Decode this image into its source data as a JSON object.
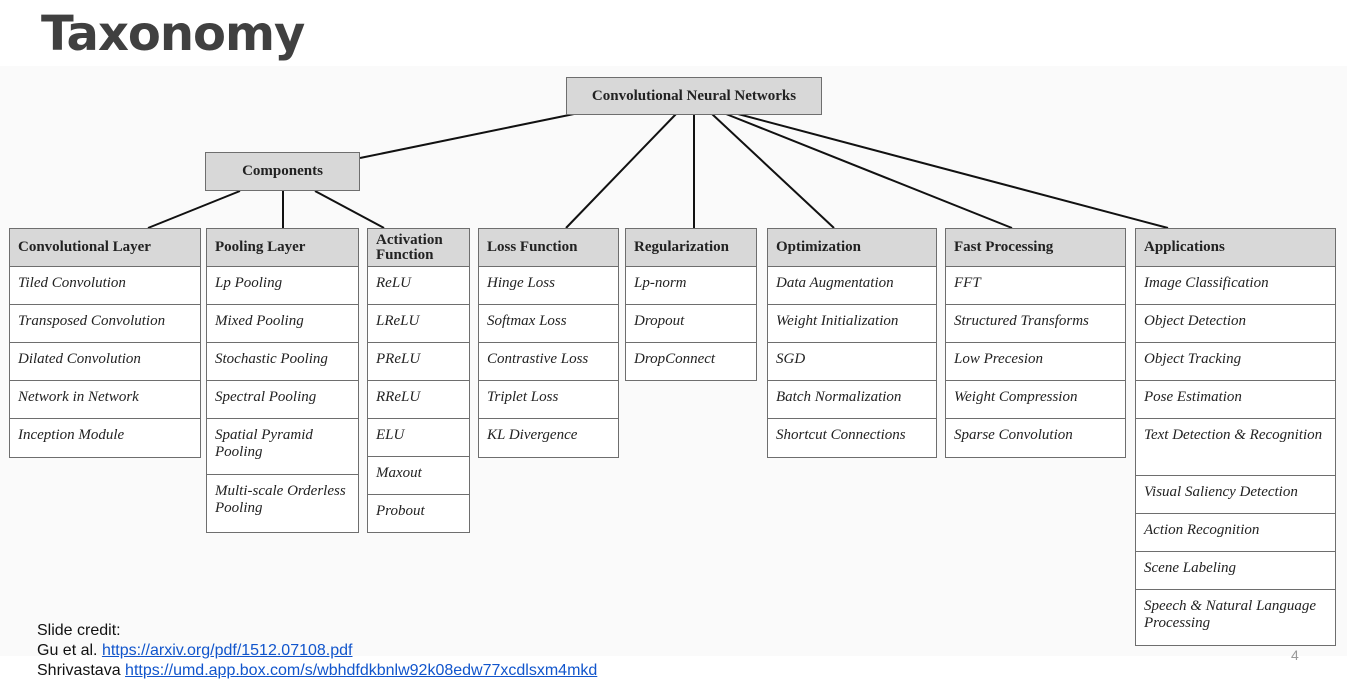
{
  "slide": {
    "title": "Taxonomy",
    "page_number": "4"
  },
  "tree": {
    "root": "Convolutional Neural Networks",
    "components": "Components",
    "columns": [
      {
        "name": "Convolutional Layer",
        "items": [
          "Tiled Convolution",
          "Transposed Convolution",
          "Dilated Convolution",
          "Network in Network",
          "Inception Module"
        ]
      },
      {
        "name": "Pooling Layer",
        "items": [
          "Lp Pooling",
          "Mixed Pooling",
          "Stochastic Pooling",
          "Spectral Pooling",
          "Spatial Pyramid Pooling",
          "Multi-scale Orderless Pooling"
        ]
      },
      {
        "name": "Activation Function",
        "items": [
          "ReLU",
          "LReLU",
          "PReLU",
          "RReLU",
          "ELU",
          "Maxout",
          "Probout"
        ]
      },
      {
        "name": "Loss Function",
        "items": [
          "Hinge Loss",
          "Softmax Loss",
          "Contrastive Loss",
          "Triplet Loss",
          "KL Divergence"
        ]
      },
      {
        "name": "Regularization",
        "items": [
          "Lp-norm",
          "Dropout",
          "DropConnect"
        ]
      },
      {
        "name": "Optimization",
        "items": [
          "Data Augmentation",
          "Weight Initialization",
          "SGD",
          "Batch Normalization",
          "Shortcut Connections"
        ]
      },
      {
        "name": "Fast Processing",
        "items": [
          "FFT",
          "Structured Transforms",
          "Low Precesion",
          "Weight Compression",
          "Sparse Convolution"
        ]
      },
      {
        "name": "Applications",
        "items": [
          "Image Classification",
          "Object Detection",
          "Object Tracking",
          "Pose Estimation",
          "Text Detection & Recognition",
          "Visual Saliency Detection",
          "Action Recognition",
          "Scene Labeling",
          "Speech & Natural Language Processing"
        ]
      }
    ]
  },
  "credit": {
    "label": "Slide credit:",
    "lines": [
      {
        "author": "Gu et al.",
        "url": "https://arxiv.org/pdf/1512.07108.pdf"
      },
      {
        "author": "Shrivastava",
        "url": "https://umd.app.box.com/s/wbhdfdkbnlw92k08edw77xcdlsxm4mkd"
      }
    ]
  },
  "colors": {
    "box_fill": "#d8d8d8",
    "box_border": "#6e6e6e",
    "link": "#1155cc",
    "title": "#404040"
  }
}
